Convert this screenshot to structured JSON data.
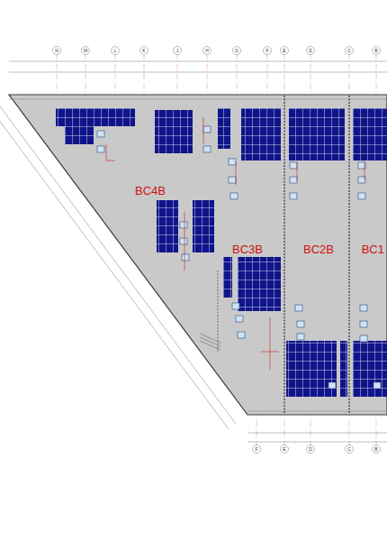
{
  "diagram": {
    "labels": [
      "BC4B",
      "BC3B",
      "BC2B",
      "BC1",
      "N",
      "M",
      "L",
      "K",
      "J",
      "H",
      "G",
      "F",
      "E",
      "D",
      "C",
      "B",
      "F",
      "E",
      "D",
      "C",
      "B"
    ]
  }
}
